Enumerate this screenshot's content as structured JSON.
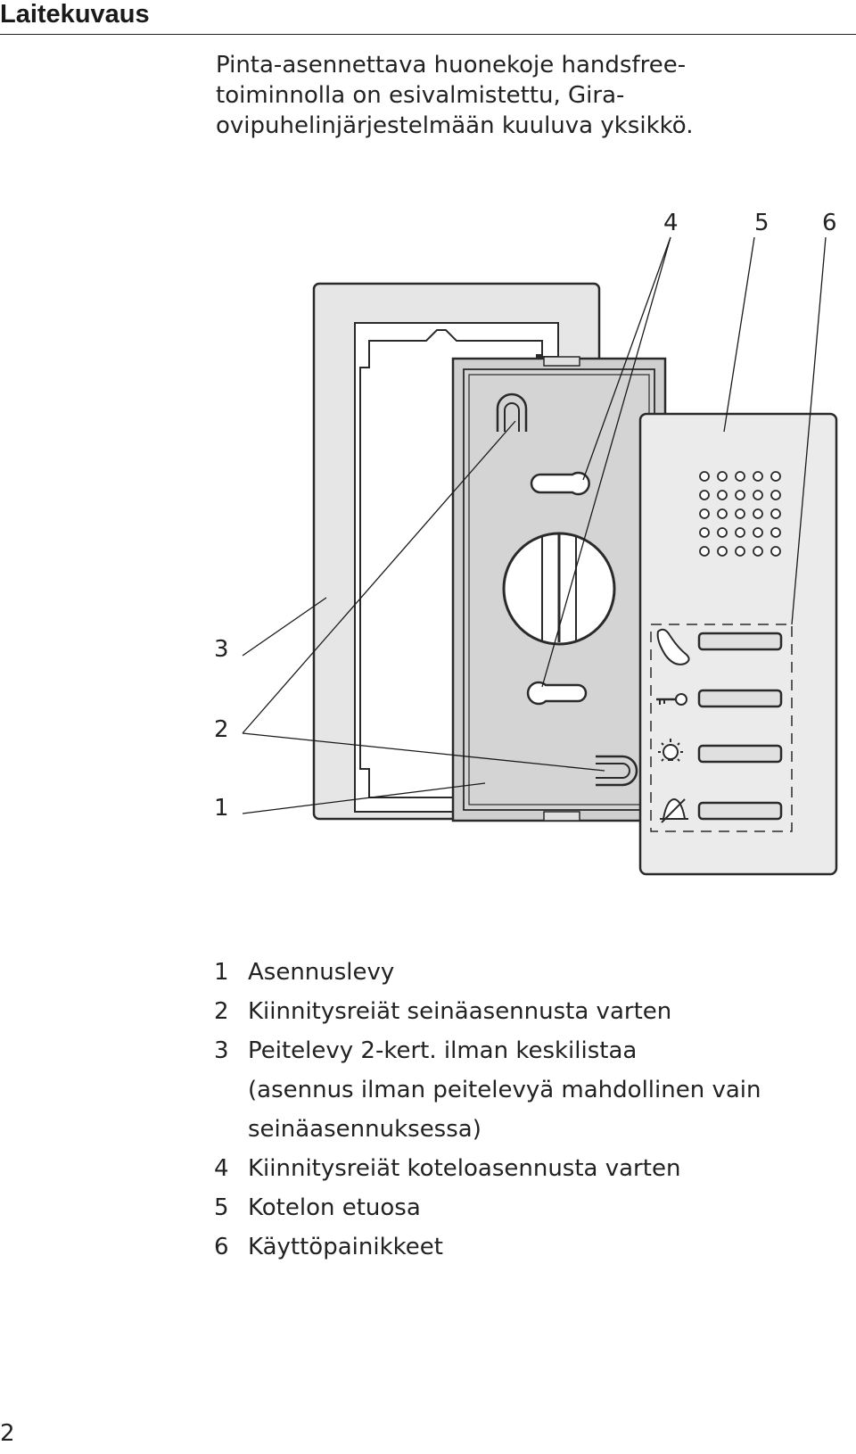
{
  "heading": "Laitekuvaus",
  "intro_lines": [
    "Pinta-asennettava huonekoje handsfree-",
    "toiminnolla on esivalmistettu, Gira-",
    "ovipuhelinjärjestelmään kuuluva yksikkö."
  ],
  "figure": {
    "callouts": {
      "c1": "1",
      "c2": "2",
      "c3": "3",
      "c4": "4",
      "c5": "5",
      "c6": "6"
    },
    "icons": [
      "handset-icon",
      "key-icon",
      "light-icon",
      "bell-mute-icon"
    ],
    "colors": {
      "outline": "#2a2a2a",
      "cover_frame": "#e6e6e6",
      "plate": "#cfcfcf",
      "front": "#ebebeb"
    }
  },
  "legend": [
    {
      "num": "1",
      "text": "Asennuslevy"
    },
    {
      "num": "2",
      "text": "Kiinnitysreiät seinäasennusta varten"
    },
    {
      "num": "3",
      "text": "Peitelevy 2-kert. ilman keskilistaa",
      "cont": [
        "(asennus ilman peitelevyä mahdollinen vain",
        "seinäasennuksessa)"
      ]
    },
    {
      "num": "4",
      "text": "Kiinnitysreiät koteloasennusta varten"
    },
    {
      "num": "5",
      "text": "Kotelon etuosa"
    },
    {
      "num": "6",
      "text": "Käyttöpainikkeet"
    }
  ],
  "page_number": "2"
}
